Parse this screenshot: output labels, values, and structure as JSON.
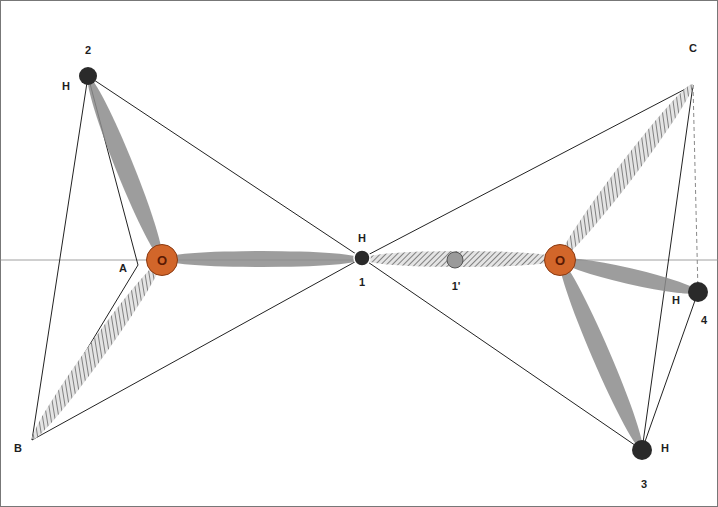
{
  "diagram": {
    "nodes": [
      {
        "text": [
          "O"
        ]
      },
      {
        "text": [
          "O"
        ]
      }
    ],
    "labels": [
      "2",
      "H",
      "A",
      "B",
      "H",
      "1",
      "1'",
      "C",
      "H",
      "4",
      "H",
      "3"
    ]
  }
}
